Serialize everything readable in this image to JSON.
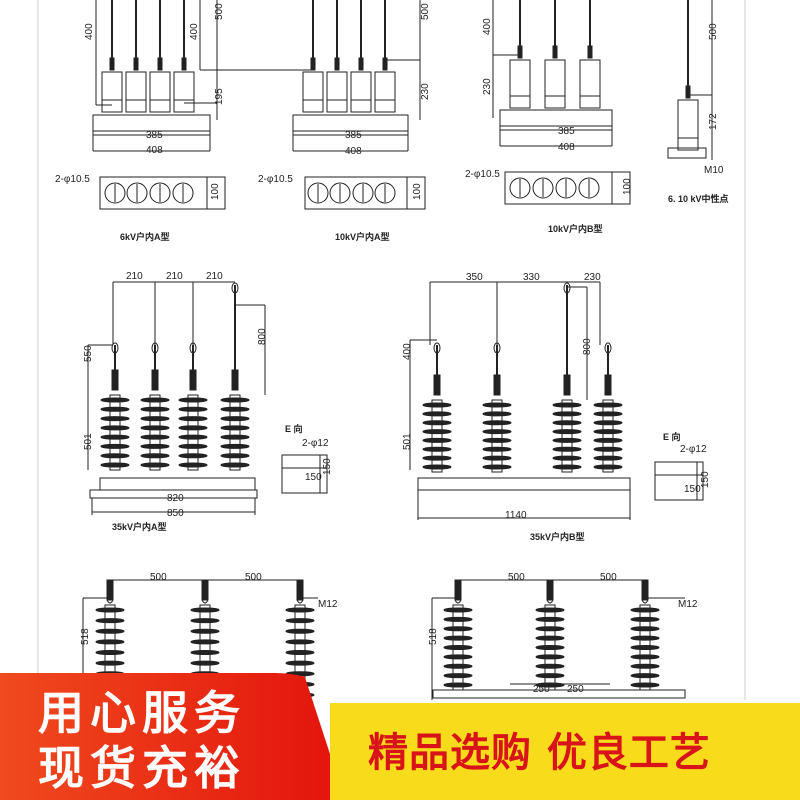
{
  "drawings": {
    "panel_6kv_a": {
      "title": "6kV户内A型",
      "dims": [
        "400",
        "500",
        "195",
        "385",
        "408",
        "2-φ10.5",
        "100"
      ]
    },
    "panel_10kv_a": {
      "title": "10kV户内A型",
      "dims": [
        "400",
        "500",
        "230",
        "385",
        "408",
        "2-φ10.5",
        "100"
      ]
    },
    "panel_10kv_b": {
      "title": "10kV户内B型",
      "dims": [
        "400",
        "230",
        "385",
        "408",
        "2-φ10.5",
        "100"
      ]
    },
    "panel_neutral": {
      "title": "6. 10 kV中性点",
      "dims": [
        "500",
        "172",
        "M10"
      ]
    },
    "panel_35kv_a": {
      "title": "35kV户内A型",
      "dims": [
        "210",
        "210",
        "210",
        "550",
        "800",
        "501",
        "820",
        "850"
      ],
      "detail": {
        "label": "E 向",
        "hole": "2-φ12",
        "w": "150",
        "h": "150"
      }
    },
    "panel_35kv_b": {
      "title": "35kV户内B型",
      "dims": [
        "350",
        "330",
        "230",
        "400",
        "800",
        "501",
        "1140"
      ],
      "detail": {
        "label": "E 向",
        "hole": "2-φ12",
        "w": "150",
        "h": "150"
      }
    },
    "panel_bottom_left": {
      "dims": [
        "500",
        "500",
        "518",
        "M12"
      ]
    },
    "panel_bottom_right": {
      "dims": [
        "500",
        "500",
        "518",
        "M12",
        "250",
        "250"
      ]
    }
  },
  "banner": {
    "left_line1": "用心服务",
    "left_line2": "现货充裕",
    "right_text": "精品选购 优良工艺",
    "colors": {
      "red": "#e3130c",
      "yellow": "#f8dc1c",
      "text_red": "#d8131a"
    }
  }
}
